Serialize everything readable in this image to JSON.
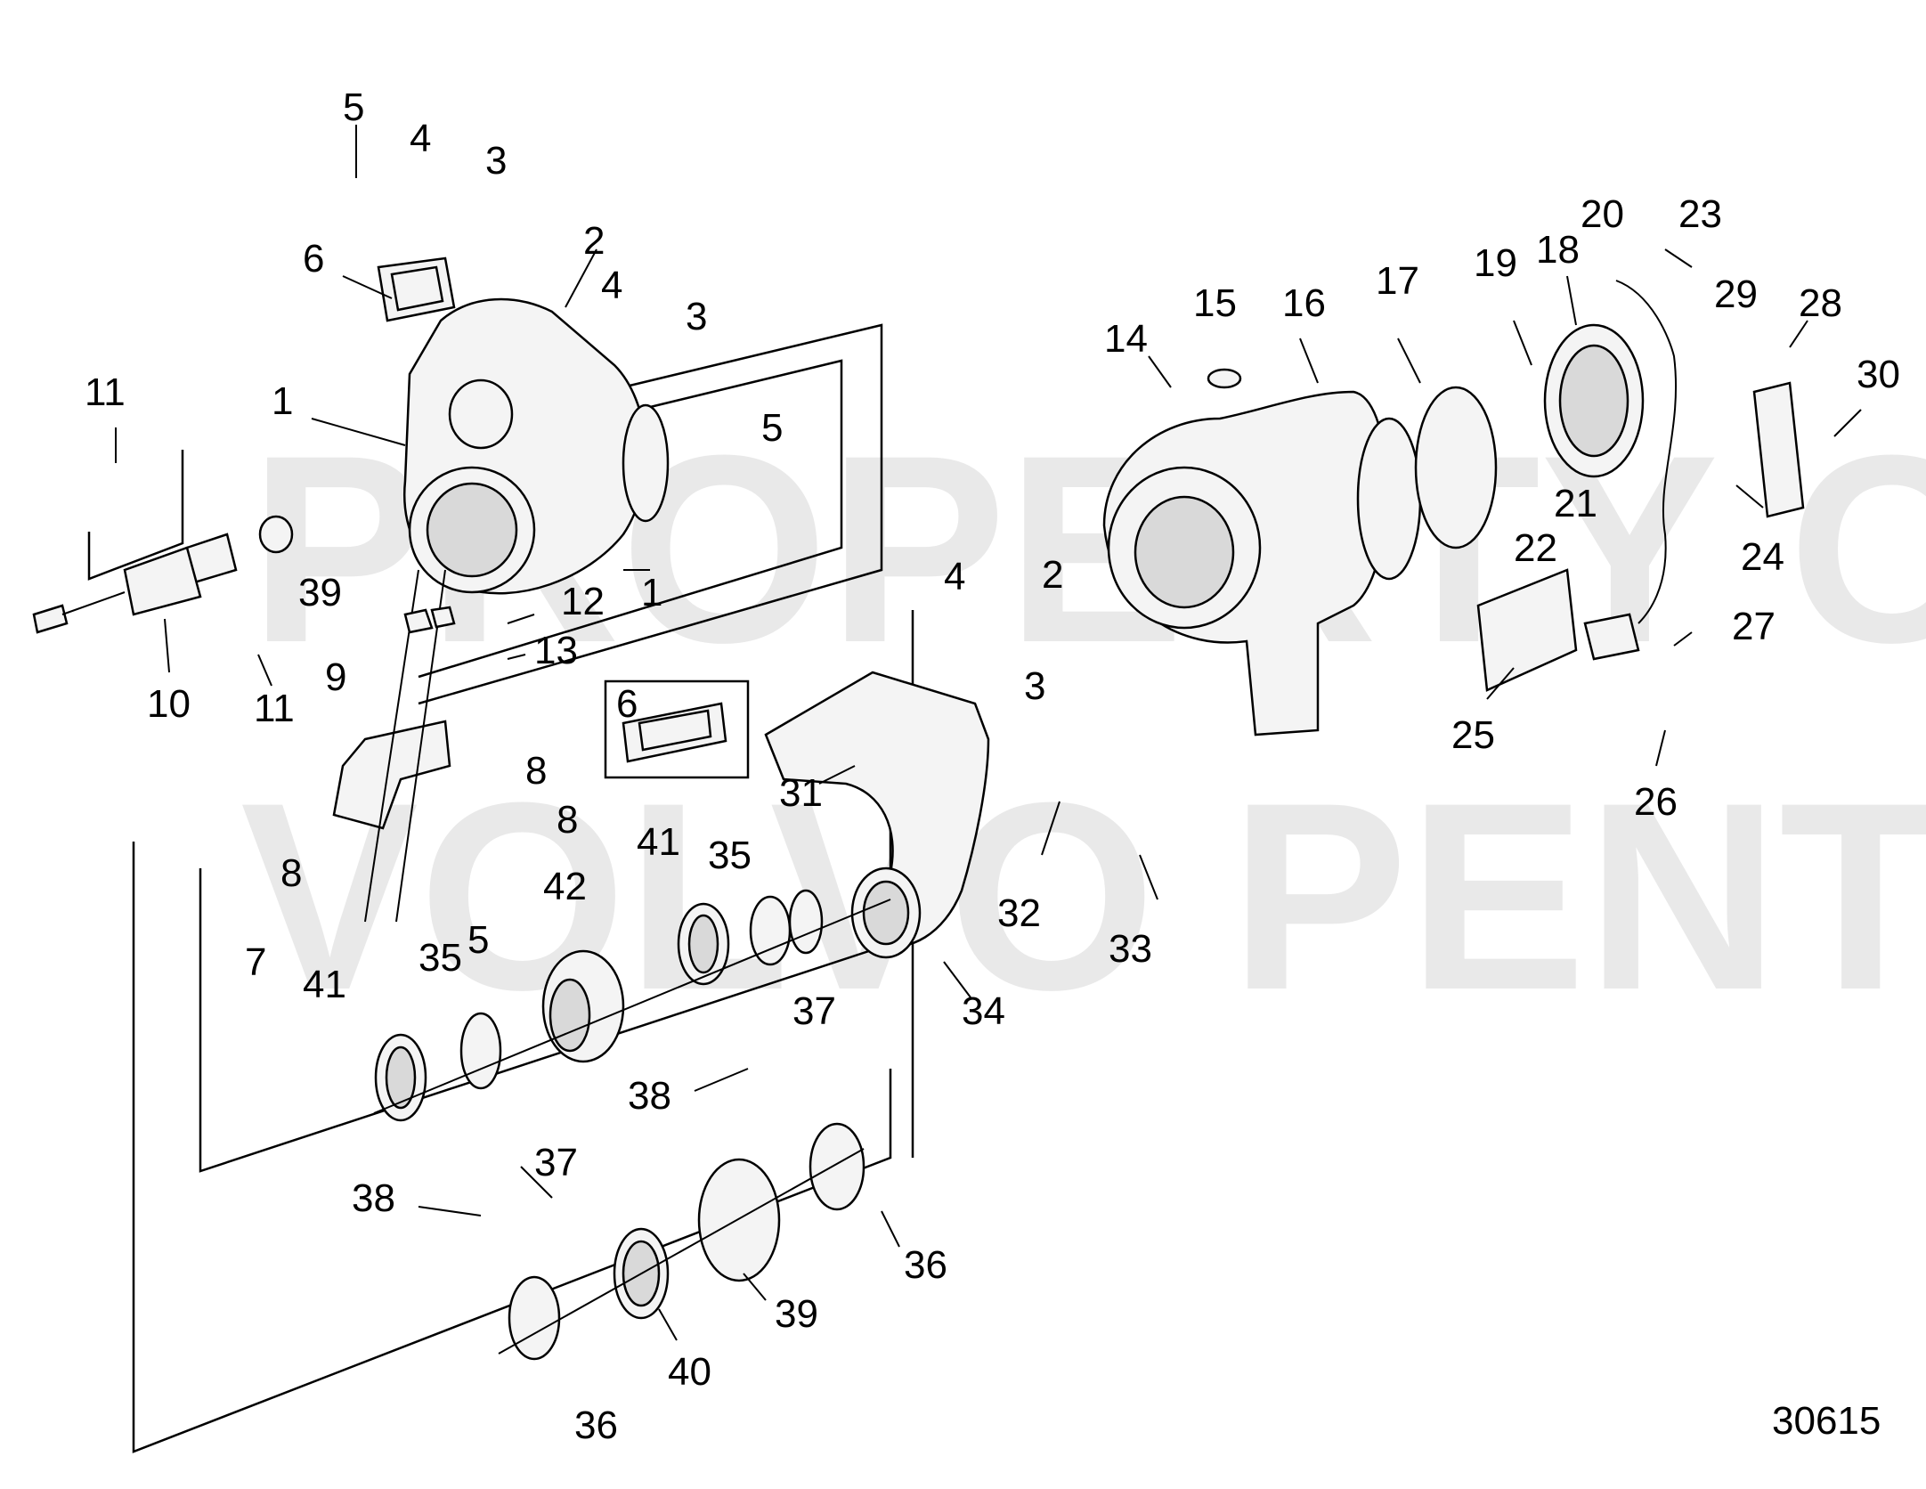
{
  "watermark": {
    "line1": "PROPERTY OF",
    "line2": "VOLVO PENTA"
  },
  "drawing_number": "30615",
  "callouts": [
    "1",
    "1",
    "2",
    "2",
    "3",
    "3",
    "3",
    "4",
    "4",
    "4",
    "5",
    "5",
    "5",
    "6",
    "6",
    "7",
    "8",
    "8",
    "8",
    "9",
    "10",
    "11",
    "11",
    "12",
    "13",
    "14",
    "15",
    "16",
    "17",
    "18",
    "19",
    "20",
    "21",
    "22",
    "23",
    "24",
    "25",
    "26",
    "27",
    "28",
    "29",
    "30",
    "31",
    "32",
    "33",
    "34",
    "35",
    "35",
    "36",
    "36",
    "37",
    "37",
    "38",
    "38",
    "39",
    "39",
    "40",
    "41",
    "41",
    "42"
  ]
}
